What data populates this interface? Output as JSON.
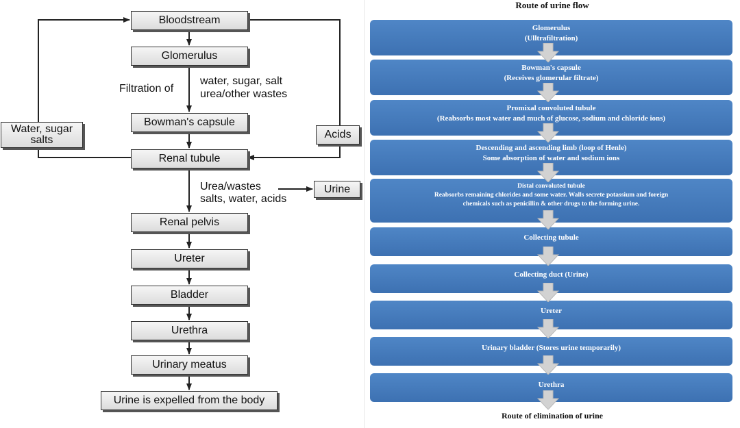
{
  "left_flow": {
    "bloodstream": "Bloodstream",
    "glomerulus": "Glomerulus",
    "bowmans_capsule": "Bowman's capsule",
    "renal_tubule": "Renal tubule",
    "renal_pelvis": "Renal pelvis",
    "ureter": "Ureter",
    "bladder": "Bladder",
    "urethra": "Urethra",
    "urinary_meatus": "Urinary meatus",
    "expelled": "Urine is expelled from the body",
    "filtration_label": "Filtration of",
    "filtration_items_1": "water, sugar, salt",
    "filtration_items_2": "urea/other wastes",
    "reabsorbed_1": "Water, sugar",
    "reabsorbed_2": "salts",
    "secreted": "Acids",
    "excreted_1": "Urea/wastes",
    "excreted_2": "salts, water, acids",
    "urine": "Urine"
  },
  "right_flow": {
    "title": "Route of urine flow",
    "footer": "Route of elimination of urine",
    "steps": [
      {
        "line1": "Glomerulus",
        "line2": "(Ulltrafiltration)"
      },
      {
        "line1": "Bowman's capsule",
        "line2": "(Receives glomerular filtrate)"
      },
      {
        "line1": "Promixal convoluted tubule",
        "line2": "(Reabsorbs most water and much of glucose, sodium and chloride ions)"
      },
      {
        "line1": "Descending and ascending limb (loop of Henle)",
        "line2": "Some absorption of water and sodium ions"
      },
      {
        "line1": "Distal convoluted tubule",
        "line2": "Reabsorbs remaining chlorides and some water. Walls secrete potassium and foreign",
        "line3": "chemicals such as penicillin & other drugs to the forming urine."
      },
      {
        "line1": "Collecting tubule"
      },
      {
        "line1": "Collecting duct (Urine)"
      },
      {
        "line1": "Ureter"
      },
      {
        "line1": "Urinary bladder (Stores urine temporarily)"
      },
      {
        "line1": "Urethra"
      }
    ]
  },
  "colors": {
    "step_fill": "#4472b8",
    "arrow": "#cfcfcf",
    "box_fill": "#e8e8e8"
  }
}
